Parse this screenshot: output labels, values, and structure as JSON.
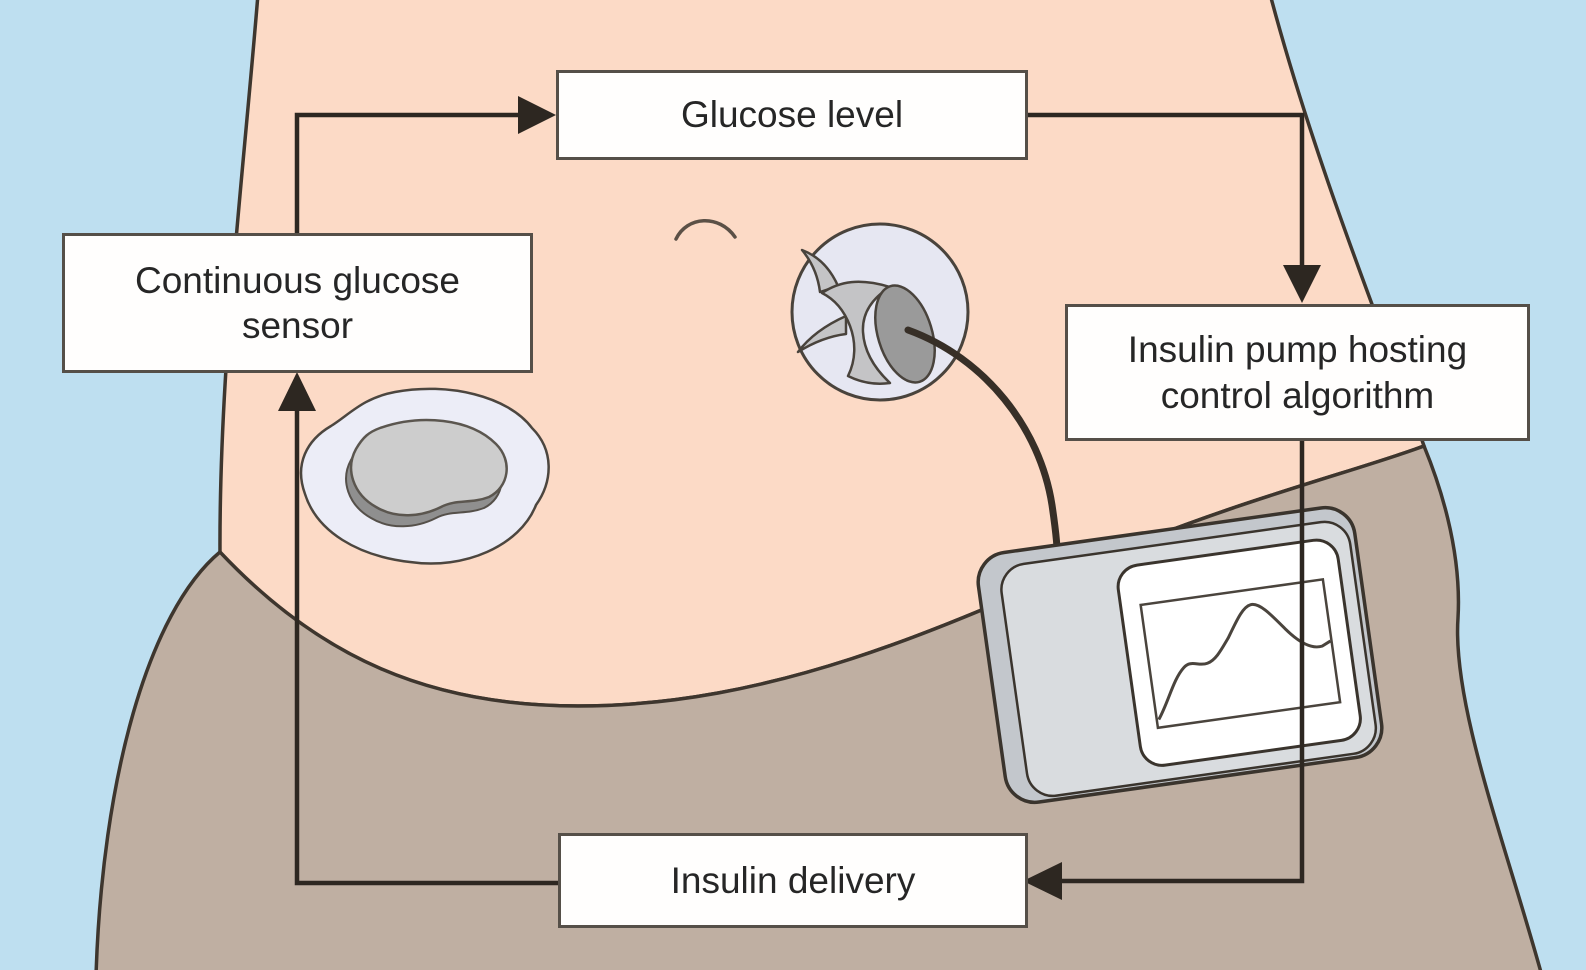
{
  "diagram": {
    "nodes": {
      "glucose_level": {
        "label": "Glucose level"
      },
      "continuous_glucose_sensor": {
        "label": "Continuous glucose\nsensor"
      },
      "insulin_pump": {
        "label": "Insulin pump hosting\ncontrol algorithm"
      },
      "insulin_delivery": {
        "label": "Insulin delivery"
      }
    },
    "edges": [
      {
        "from": "continuous_glucose_sensor",
        "to": "glucose_level"
      },
      {
        "from": "glucose_level",
        "to": "insulin_pump"
      },
      {
        "from": "insulin_pump",
        "to": "insulin_delivery"
      },
      {
        "from": "insulin_delivery",
        "to": "continuous_glucose_sensor"
      }
    ],
    "illustration": {
      "elements": [
        "abdomen-torso",
        "trousers",
        "navel",
        "cgm-sensor-patch",
        "infusion-set",
        "insulin-tubing",
        "insulin-pump-with-glucose-trace-screen"
      ]
    },
    "colors": {
      "sky": "#bedff0",
      "skin": "#fcdac6",
      "trousers": "#bfafa2",
      "outline": "#3e362e",
      "arrow": "#2d2721",
      "box_fill": "#fffefd",
      "box_border": "#554f48",
      "patch": "#ecedf7",
      "device_body": "#c3c7cc",
      "device_face": "#d9dcdf"
    }
  }
}
